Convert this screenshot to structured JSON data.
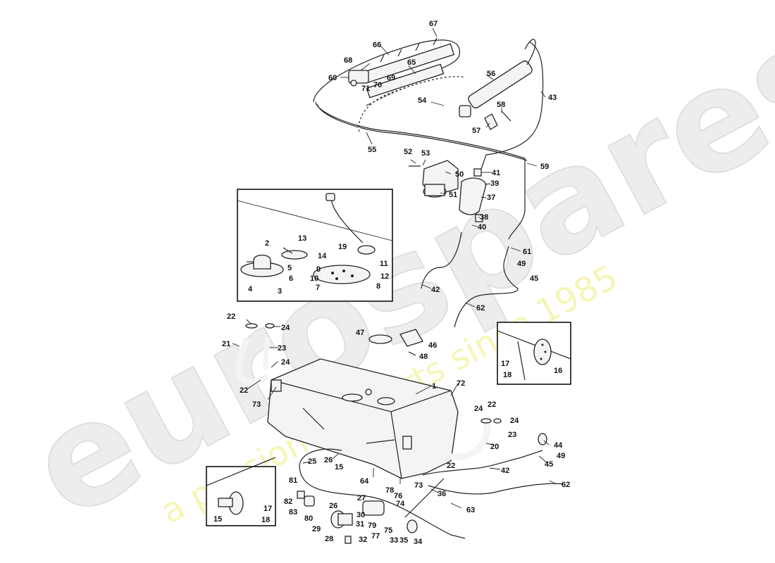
{
  "watermark": {
    "brand": "eurospares",
    "tagline": "a passion for parts since 1985",
    "brand_color": "#e6e6e6",
    "tagline_color": "#f2f2a0"
  },
  "callouts": [
    {
      "id": "c1",
      "text": "1"
    },
    {
      "id": "c2",
      "text": "2"
    },
    {
      "id": "c3",
      "text": "3"
    },
    {
      "id": "c4",
      "text": "4"
    },
    {
      "id": "c5",
      "text": "5"
    },
    {
      "id": "c6",
      "text": "6"
    },
    {
      "id": "c7",
      "text": "7"
    },
    {
      "id": "c8",
      "text": "8"
    },
    {
      "id": "c9",
      "text": "9"
    },
    {
      "id": "c10",
      "text": "10"
    },
    {
      "id": "c11",
      "text": "11"
    },
    {
      "id": "c12",
      "text": "12"
    },
    {
      "id": "c13",
      "text": "13"
    },
    {
      "id": "c14",
      "text": "14"
    },
    {
      "id": "c15a",
      "text": "15"
    },
    {
      "id": "c15b",
      "text": "15"
    },
    {
      "id": "c16",
      "text": "16"
    },
    {
      "id": "c17a",
      "text": "17"
    },
    {
      "id": "c17b",
      "text": "17"
    },
    {
      "id": "c18a",
      "text": "18"
    },
    {
      "id": "c18b",
      "text": "18"
    },
    {
      "id": "c19",
      "text": "19"
    },
    {
      "id": "c20",
      "text": "20"
    },
    {
      "id": "c21",
      "text": "21"
    },
    {
      "id": "c22a",
      "text": "22"
    },
    {
      "id": "c22b",
      "text": "22"
    },
    {
      "id": "c22c",
      "text": "22"
    },
    {
      "id": "c22d",
      "text": "22"
    },
    {
      "id": "c23a",
      "text": "23"
    },
    {
      "id": "c23b",
      "text": "23"
    },
    {
      "id": "c24a",
      "text": "24"
    },
    {
      "id": "c24b",
      "text": "24"
    },
    {
      "id": "c24c",
      "text": "24"
    },
    {
      "id": "c24d",
      "text": "24"
    },
    {
      "id": "c25",
      "text": "25"
    },
    {
      "id": "c26a",
      "text": "26"
    },
    {
      "id": "c26b",
      "text": "26"
    },
    {
      "id": "c27",
      "text": "27"
    },
    {
      "id": "c28",
      "text": "28"
    },
    {
      "id": "c29",
      "text": "29"
    },
    {
      "id": "c30",
      "text": "30"
    },
    {
      "id": "c31",
      "text": "31"
    },
    {
      "id": "c32",
      "text": "32"
    },
    {
      "id": "c33",
      "text": "33"
    },
    {
      "id": "c34",
      "text": "34"
    },
    {
      "id": "c35",
      "text": "35"
    },
    {
      "id": "c36",
      "text": "36"
    },
    {
      "id": "c37",
      "text": "37"
    },
    {
      "id": "c38",
      "text": "38"
    },
    {
      "id": "c39",
      "text": "39"
    },
    {
      "id": "c40",
      "text": "40"
    },
    {
      "id": "c41",
      "text": "41"
    },
    {
      "id": "c42a",
      "text": "42"
    },
    {
      "id": "c42b",
      "text": "42"
    },
    {
      "id": "c43",
      "text": "43"
    },
    {
      "id": "c44",
      "text": "44"
    },
    {
      "id": "c45a",
      "text": "45"
    },
    {
      "id": "c45b",
      "text": "45"
    },
    {
      "id": "c46",
      "text": "46"
    },
    {
      "id": "c47",
      "text": "47"
    },
    {
      "id": "c48",
      "text": "48"
    },
    {
      "id": "c49a",
      "text": "49"
    },
    {
      "id": "c49b",
      "text": "49"
    },
    {
      "id": "c50",
      "text": "50"
    },
    {
      "id": "c51",
      "text": "51"
    },
    {
      "id": "c52",
      "text": "52"
    },
    {
      "id": "c53",
      "text": "53"
    },
    {
      "id": "c54",
      "text": "54"
    },
    {
      "id": "c55",
      "text": "55"
    },
    {
      "id": "c56",
      "text": "56"
    },
    {
      "id": "c57",
      "text": "57"
    },
    {
      "id": "c58",
      "text": "58"
    },
    {
      "id": "c59",
      "text": "59"
    },
    {
      "id": "c60",
      "text": "60"
    },
    {
      "id": "c61",
      "text": "61"
    },
    {
      "id": "c62a",
      "text": "62"
    },
    {
      "id": "c62b",
      "text": "62"
    },
    {
      "id": "c63",
      "text": "63"
    },
    {
      "id": "c64",
      "text": "64"
    },
    {
      "id": "c65",
      "text": "65"
    },
    {
      "id": "c66",
      "text": "66"
    },
    {
      "id": "c67",
      "text": "67"
    },
    {
      "id": "c68",
      "text": "68"
    },
    {
      "id": "c69",
      "text": "69"
    },
    {
      "id": "c70",
      "text": "70"
    },
    {
      "id": "c71",
      "text": "71"
    },
    {
      "id": "c72",
      "text": "72"
    },
    {
      "id": "c73a",
      "text": "73"
    },
    {
      "id": "c73b",
      "text": "73"
    },
    {
      "id": "c74",
      "text": "74"
    },
    {
      "id": "c75",
      "text": "75"
    },
    {
      "id": "c76",
      "text": "76"
    },
    {
      "id": "c77",
      "text": "77"
    },
    {
      "id": "c78",
      "text": "78"
    },
    {
      "id": "c79",
      "text": "79"
    },
    {
      "id": "c80",
      "text": "80"
    },
    {
      "id": "c81",
      "text": "81"
    },
    {
      "id": "c82",
      "text": "82"
    },
    {
      "id": "c83",
      "text": "83"
    }
  ]
}
